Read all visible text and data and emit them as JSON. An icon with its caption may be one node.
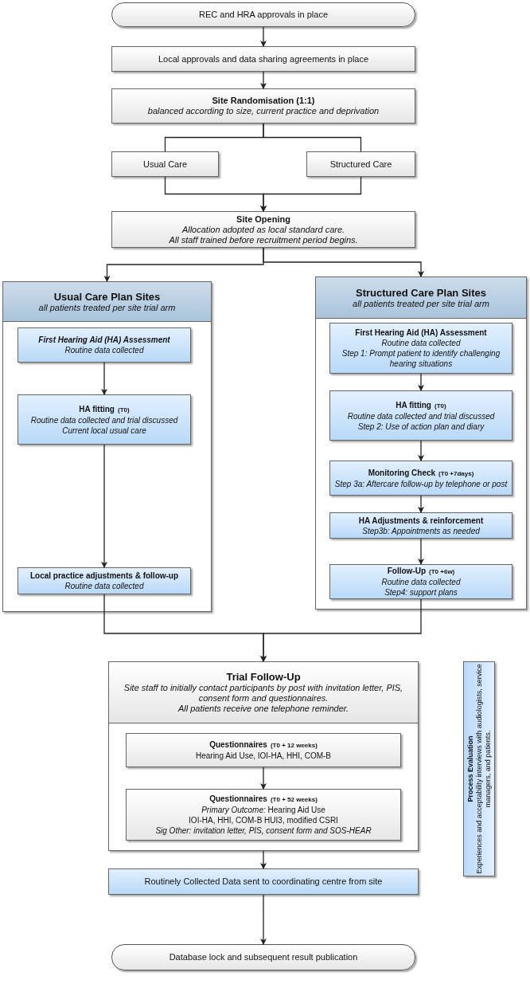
{
  "diagram": {
    "nodes": [
      {
        "text": [
          "REC and HRA approvals in place"
        ]
      },
      {
        "text": [
          "Local approvals and data sharing agreements in place"
        ]
      },
      {
        "text": [
          "Site Randomisation (1:1)",
          "balanced according to size, current practice and deprivation"
        ]
      },
      {
        "text": [
          "Usual Care"
        ]
      },
      {
        "text": [
          "Structured Care"
        ]
      },
      {
        "text": [
          "Site Opening",
          "Allocation adopted as local standard care.",
          "All staff trained before recruitment period begins."
        ]
      },
      {
        "text": [
          "Usual Care Plan Sites",
          "all patients treated per site trial arm"
        ]
      },
      {
        "text": [
          "First Hearing Aid (HA) Assessment",
          "Routine data collected"
        ],
        "in": 6
      },
      {
        "text": [
          "HA fitting",
          "(T0)",
          "Routine data collected and trial discussed",
          "Current local usual care"
        ],
        "in": 6
      },
      {
        "text": [
          "Local practice adjustments & follow-up",
          "Routine data collected"
        ],
        "in": 6
      },
      {
        "text": [
          "Structured Care Plan Sites",
          "all patients treated per site trial arm"
        ]
      },
      {
        "text": [
          "First Hearing Aid (HA) Assessment",
          "Routine data collected",
          "Step 1: Prompt patient to identify challenging hearing situations"
        ],
        "in": 10
      },
      {
        "text": [
          "HA fitting",
          "(T0)",
          "Routine data collected and trial discussed",
          "Step 2: Use of action plan and diary"
        ],
        "in": 10
      },
      {
        "text": [
          "Monitoring Check",
          "(T0 +7days)",
          "Step 3a: Aftercare follow-up by telephone or post"
        ],
        "in": 10
      },
      {
        "text": [
          "HA Adjustments & reinforcement",
          "Step3b: Appointments as needed"
        ],
        "in": 10
      },
      {
        "text": [
          "Follow-Up",
          "(T0 +6w)",
          "Routine data collected",
          "Step4: support plans"
        ],
        "in": 10
      },
      {
        "text": [
          "Trial Follow-Up",
          "Site staff to initially contact participants by post with invitation letter, PIS, consent form and questionnaires.",
          "All patients receive one telephone reminder."
        ]
      },
      {
        "text": [
          "Questionnaires",
          "(T0 + 12 weeks)",
          "Hearing Aid Use, IOI-HA, HHI, COM-B"
        ],
        "in": 16
      },
      {
        "text": [
          "Questionnaires",
          "(T0 + 52 weeks)",
          "*Primary Outcome:* Hearing Aid Use",
          "IOI-HA, HHI, COM-B HUI3, modified CSRI",
          "Sig Other: invitation letter, PIS, consent form and SOS-HEAR"
        ],
        "in": 16
      },
      {
        "text": [
          "Routinely Collected Data sent to coordinating centre from site"
        ]
      },
      {
        "text": [
          "Database lock and subsequent result publication"
        ]
      },
      {
        "text": [
          "Process Evaluation",
          "Experiences and acceptability interviews with audiologists, service managers, and patients."
        ]
      }
    ],
    "edges": [
      {
        "from": 0,
        "to": 1,
        "arrow": "to"
      },
      {
        "from": 1,
        "to": 2,
        "arrow": "to"
      },
      {
        "from": 2,
        "to": 3,
        "arrow": "none"
      },
      {
        "from": 2,
        "to": 4,
        "arrow": "none"
      },
      {
        "from": 3,
        "to": 5,
        "arrow": "to"
      },
      {
        "from": 4,
        "to": 5,
        "arrow": "to"
      },
      {
        "from": 5,
        "to": 6,
        "arrow": "to"
      },
      {
        "from": 5,
        "to": 10,
        "arrow": "to"
      },
      {
        "from": 7,
        "to": 8,
        "arrow": "to"
      },
      {
        "from": 8,
        "to": 9,
        "arrow": "to"
      },
      {
        "from": 11,
        "to": 12,
        "arrow": "to"
      },
      {
        "from": 12,
        "to": 13,
        "arrow": "to"
      },
      {
        "from": 13,
        "to": 14,
        "arrow": "to"
      },
      {
        "from": 14,
        "to": 15,
        "arrow": "to"
      },
      {
        "from": 9,
        "to": 16,
        "arrow": "to"
      },
      {
        "from": 15,
        "to": 16,
        "arrow": "to"
      },
      {
        "from": 17,
        "to": 18,
        "arrow": "to"
      },
      {
        "from": 16,
        "to": 19,
        "arrow": "to"
      },
      {
        "from": 19,
        "to": 20,
        "arrow": "to"
      }
    ]
  }
}
